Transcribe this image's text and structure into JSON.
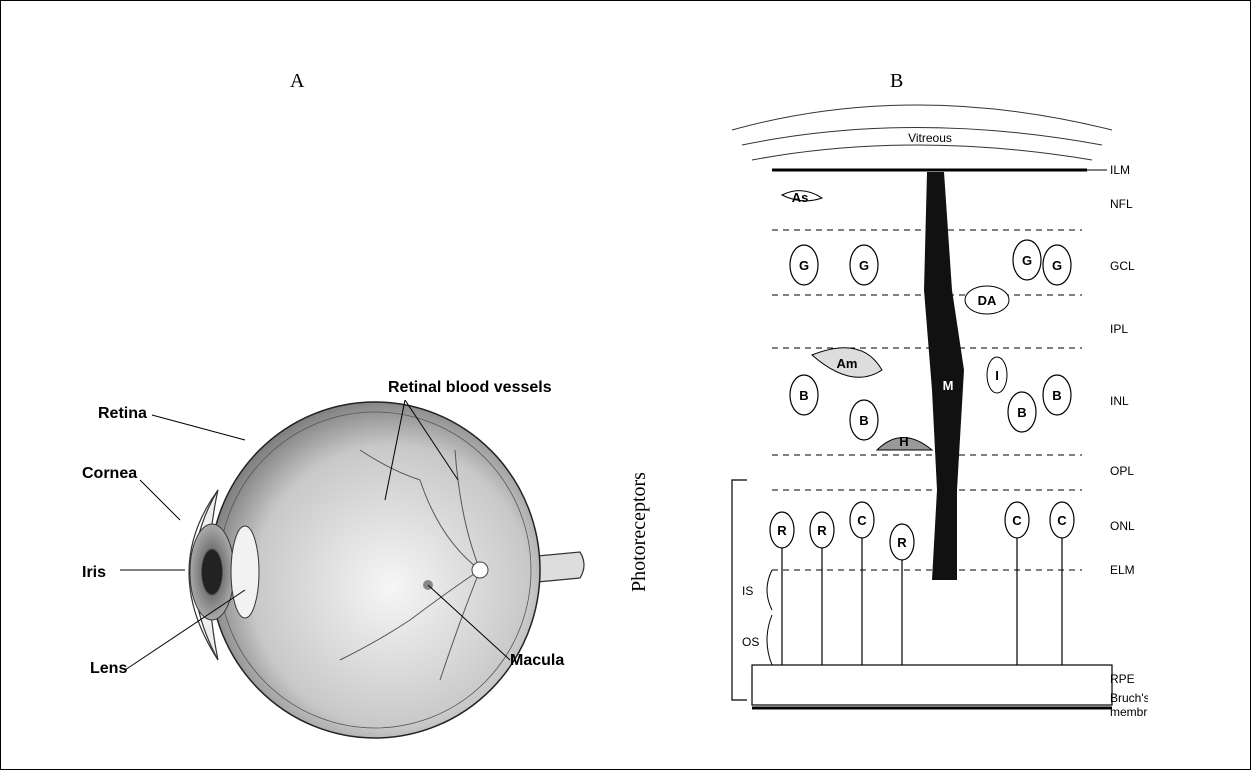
{
  "panels": {
    "a": {
      "label": "A"
    },
    "b": {
      "label": "B"
    }
  },
  "eye": {
    "labels": {
      "retina": "Retina",
      "retinal_vessels": "Retinal blood vessels",
      "cornea": "Cornea",
      "iris": "Iris",
      "lens": "Lens",
      "macula": "Macula"
    }
  },
  "retina_layers": {
    "vitreous": "Vitreous",
    "ilm": "ILM",
    "nfl": "NFL",
    "gcl": "GCL",
    "ipl": "IPL",
    "inl": "INL",
    "opl": "OPL",
    "onl": "ONL",
    "elm": "ELM",
    "rpe": "RPE",
    "bruchs_1": "Bruch's",
    "bruchs_2": "membran",
    "is": "IS",
    "os": "OS",
    "photoreceptors": "Photoreceptors"
  },
  "cells": {
    "ganglion": "G",
    "astrocyte": "As",
    "displaced_amacrine": "DA",
    "amacrine": "Am",
    "bipolar": "B",
    "muller": "M",
    "interplexiform": "I",
    "horizontal": "H",
    "rod": "R",
    "cone": "C"
  },
  "colors": {
    "ink": "#000000",
    "background": "#ffffff"
  }
}
